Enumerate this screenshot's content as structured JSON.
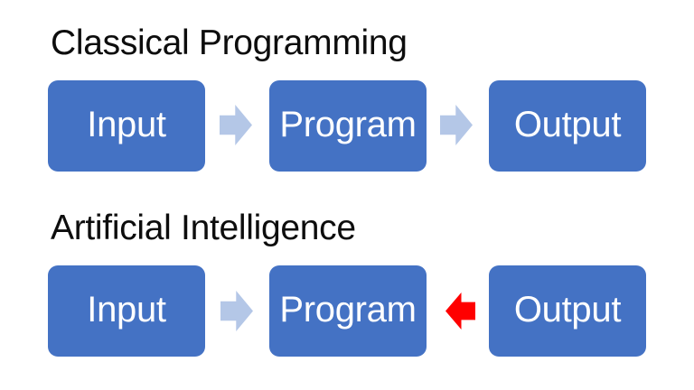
{
  "slide": {
    "background": "#FFFFFF",
    "colors": {
      "box_fill": "#4472C4",
      "box_text": "#FFFFFF",
      "flow_arrow": "#B4C7E7",
      "feedback_arrow": "#FF0000",
      "title_text": "#0D0D0D"
    },
    "sections": [
      {
        "title": "Classical Programming",
        "boxes": [
          {
            "label": "Input"
          },
          {
            "label": "Program"
          },
          {
            "label": "Output"
          }
        ],
        "arrows": [
          {
            "icon": "right-arrow-icon",
            "direction": "right",
            "color": "#B4C7E7"
          },
          {
            "icon": "right-arrow-icon",
            "direction": "right",
            "color": "#B4C7E7"
          }
        ]
      },
      {
        "title": "Artificial Intelligence",
        "boxes": [
          {
            "label": "Input"
          },
          {
            "label": "Program"
          },
          {
            "label": "Output"
          }
        ],
        "arrows": [
          {
            "icon": "right-arrow-icon",
            "direction": "right",
            "color": "#B4C7E7"
          },
          {
            "icon": "left-arrow-icon",
            "direction": "left",
            "color": "#FF0000"
          }
        ]
      }
    ]
  }
}
